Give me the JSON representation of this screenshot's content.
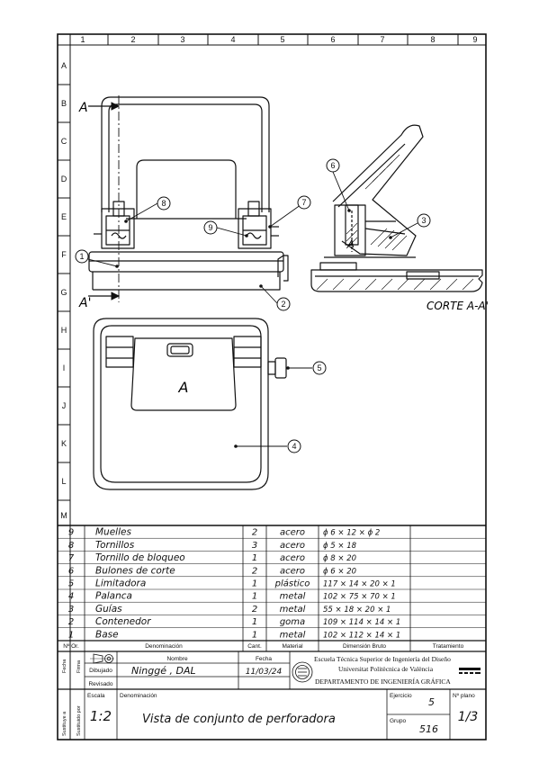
{
  "grid": {
    "columns": [
      "1",
      "2",
      "3",
      "4",
      "5",
      "6",
      "7",
      "8",
      "9"
    ],
    "rows": [
      "A",
      "B",
      "C",
      "D",
      "E",
      "F",
      "G",
      "H",
      "I",
      "J",
      "K",
      "L",
      "M"
    ]
  },
  "drawing": {
    "section_marks": {
      "top": "A",
      "bottom": "A'"
    },
    "section_caption": "CORTE A-A'",
    "mark_letter": "A",
    "balloons": [
      "1",
      "2",
      "3",
      "4",
      "5",
      "6",
      "7",
      "8",
      "9"
    ]
  },
  "parts_list": {
    "headers": {
      "number": "Nº Or.",
      "name": "Denominación",
      "quantity": "Cant.",
      "material": "Material",
      "dimension": "Dimensión Bruto",
      "treatment": "Tratamiento"
    },
    "rows": [
      {
        "n": "9",
        "name": "Muelles",
        "qty": "2",
        "material": "acero",
        "dim": "ϕ 6 × 12 × ϕ 2",
        "treat": ""
      },
      {
        "n": "8",
        "name": "Tornillos",
        "qty": "3",
        "material": "acero",
        "dim": "ϕ 5 × 18",
        "treat": ""
      },
      {
        "n": "7",
        "name": "Tornillo de bloqueo",
        "qty": "1",
        "material": "acero",
        "dim": "ϕ 8 × 20",
        "treat": ""
      },
      {
        "n": "6",
        "name": "Bulones de corte",
        "qty": "2",
        "material": "acero",
        "dim": "ϕ 6 × 20",
        "treat": ""
      },
      {
        "n": "5",
        "name": "Limitadora",
        "qty": "1",
        "material": "plástico",
        "dim": "117 × 14 × 20 × 1",
        "treat": ""
      },
      {
        "n": "4",
        "name": "Palanca",
        "qty": "1",
        "material": "metal",
        "dim": "102 × 75 × 70 × 1",
        "treat": ""
      },
      {
        "n": "3",
        "name": "Guías",
        "qty": "2",
        "material": "metal",
        "dim": "55 × 18 × 20 × 1",
        "treat": ""
      },
      {
        "n": "2",
        "name": "Contenedor",
        "qty": "1",
        "material": "goma",
        "dim": "109 × 114 × 14 × 1",
        "treat": ""
      },
      {
        "n": "1",
        "name": "Base",
        "qty": "1",
        "material": "metal",
        "dim": "102 × 112 × 14 × 1",
        "treat": ""
      }
    ]
  },
  "title_block": {
    "side_labels": {
      "fecha": "Fecha",
      "firma": "Firma",
      "sustituye": "Sustituye a",
      "sustituido": "Sustituido por"
    },
    "name_header": "Nombre",
    "date_header": "Fecha",
    "drawn_label": "Dibujado",
    "drawn_name": "Ninggé , DAL",
    "drawn_date": "11/03/24",
    "reviewed_label": "Revisado",
    "school_line1": "Escuela Técnica Superior de Ingeniería del Diseño",
    "school_line2": "Universitat Politècnica de València",
    "department": "DEPARTAMENTO DE INGENIERÍA GRÁFICA",
    "scale_label": "Escala",
    "scale_value": "1:2",
    "title_label": "Denominación",
    "title_value": "Vista de conjunto de perforadora",
    "exercise_label": "Ejercicio",
    "exercise_value": "5",
    "group_label": "Grupo",
    "group_value": "516",
    "sheet_label": "Nº plano",
    "sheet_value": "1/3"
  }
}
